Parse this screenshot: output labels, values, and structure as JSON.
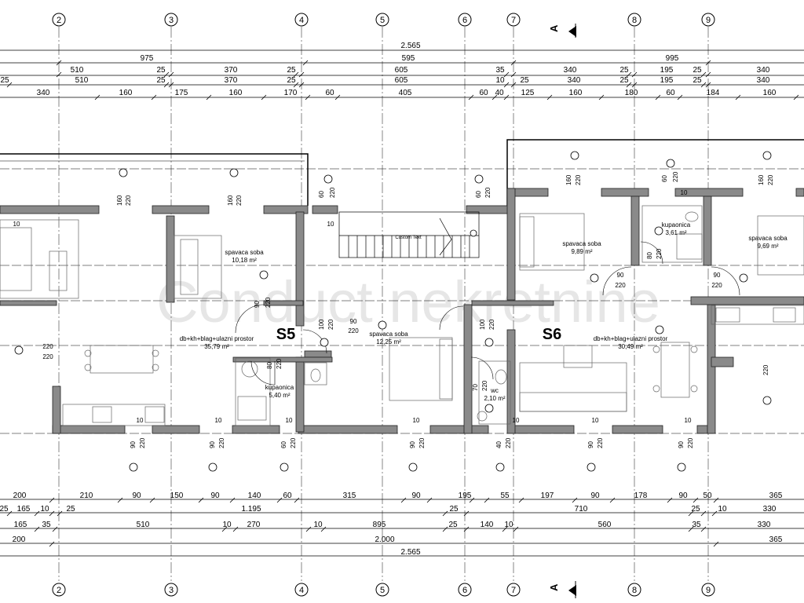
{
  "grid_axes": [
    "2",
    "3",
    "4",
    "5",
    "6",
    "7",
    "8",
    "9"
  ],
  "section_marker": "A",
  "units": {
    "S5": {
      "label": "S5"
    },
    "S6": {
      "label": "S6"
    }
  },
  "rooms": [
    {
      "id": "s5-bedroom-1",
      "name": "spavaca soba",
      "area": "10,18 m²"
    },
    {
      "id": "s5-living",
      "name": "db+kh+blag+ulazni prostor",
      "area": "35,79 m²"
    },
    {
      "id": "s5-bathroom",
      "name": "kupaonica",
      "area": "5,40 m²"
    },
    {
      "id": "s5-bedroom-2",
      "name": "spavaca soba",
      "area": "12,25 m²"
    },
    {
      "id": "s6-wc",
      "name": "wc",
      "area": "2,10 m²"
    },
    {
      "id": "s6-bedroom-1",
      "name": "spavaca soba",
      "area": "9,89 m²"
    },
    {
      "id": "s6-bathroom",
      "name": "kupaonica",
      "area": "3,61 m²"
    },
    {
      "id": "s6-bedroom-2",
      "name": "spavaca soba",
      "area": "9,69 m²"
    },
    {
      "id": "s6-living",
      "name": "db+kh+blag+ulazni prostor",
      "area": "30,49 m²"
    }
  ],
  "stair_label": "Custom Text",
  "watermark": "Conduct nekretnine",
  "dims_top": {
    "row1": [
      "2.565"
    ],
    "row2": [
      "975",
      "595",
      "995"
    ],
    "row3": [
      "510",
      "25",
      "370",
      "25",
      "605",
      "35",
      "340",
      "25",
      "195",
      "25",
      "340"
    ],
    "row4": [
      "25",
      "510",
      "25",
      "370",
      "25",
      "605",
      "10",
      "25",
      "340",
      "25",
      "195",
      "25",
      "340"
    ],
    "row5": [
      "340",
      "160",
      "175",
      "160",
      "170",
      "60",
      "405",
      "60",
      "40",
      "125",
      "160",
      "180",
      "60",
      "184",
      "160"
    ]
  },
  "dims_bottom": {
    "row1": [
      "200",
      "210",
      "90",
      "150",
      "90",
      "140",
      "60",
      "315",
      "90",
      "195",
      "55",
      "197",
      "90",
      "178",
      "90",
      "50",
      "365"
    ],
    "row2": [
      "25",
      "165",
      "10",
      "25",
      "1.195",
      "25",
      "710",
      "25",
      "10",
      "330"
    ],
    "row3": [
      "165",
      "35",
      "510",
      "10",
      "270",
      "10",
      "895",
      "25",
      "140",
      "10",
      "560",
      "35",
      "330"
    ],
    "row4": [
      "200",
      "2.000",
      "365"
    ],
    "row5": [
      "2.565"
    ]
  },
  "openings": {
    "window_dims": [
      "160",
      "220",
      "160",
      "220",
      "60",
      "220",
      "60",
      "220",
      "160",
      "220",
      "60",
      "220",
      "160",
      "220"
    ],
    "door_dims": [
      "90",
      "220",
      "100",
      "220",
      "90",
      "220",
      "80",
      "220",
      "100",
      "220",
      "70",
      "220",
      "80",
      "220",
      "90",
      "220",
      "90",
      "220",
      "220",
      "220",
      "220"
    ],
    "bottom_window_dims": [
      "90",
      "220",
      "90",
      "220",
      "60",
      "220",
      "90",
      "220",
      "40",
      "220",
      "90",
      "220",
      "90",
      "220"
    ],
    "wall_thickness": "10"
  }
}
